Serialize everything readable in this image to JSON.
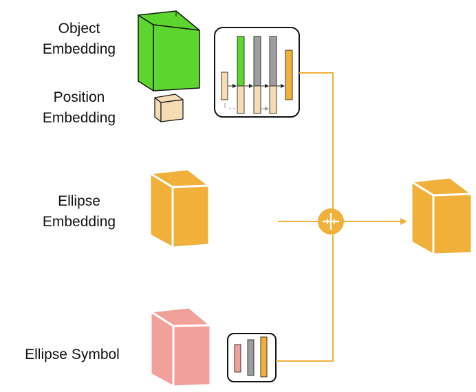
{
  "labels": {
    "object_line1": "Object",
    "object_line2": "Embedding",
    "position_line1": "Position",
    "position_line2": "Embedding",
    "ellipse_emb_line1": "Ellipse",
    "ellipse_emb_line2": "Embedding",
    "ellipse_symbol": "Ellipse Symbol"
  },
  "colors": {
    "object_cube": "#5cd62f",
    "position_cube": "#f6dcb4",
    "ellipse_cube": "#f0b03a",
    "symbol_cube": "#f2a09a",
    "connector": "#f0b03a",
    "bar_gray": "#9e9e9e"
  },
  "icons": {
    "plus_node": "plus-circle-icon",
    "output_arrow": "arrow-right-icon"
  }
}
